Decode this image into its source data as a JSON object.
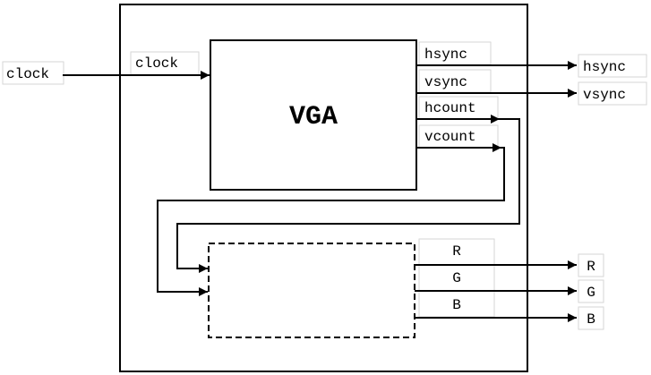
{
  "diagram": {
    "input_clock_label": "clock",
    "vga_block": {
      "title": "VGA",
      "ports": {
        "clock": "clock",
        "hsync": "hsync",
        "vsync": "vsync",
        "hcount": "hcount",
        "vcount": "vcount"
      }
    },
    "pixel_block": {
      "ports": {
        "r": "R",
        "g": "G",
        "b": "B"
      }
    },
    "outputs": {
      "hsync": "hsync",
      "vsync": "vsync",
      "r": "R",
      "g": "G",
      "b": "B"
    }
  }
}
